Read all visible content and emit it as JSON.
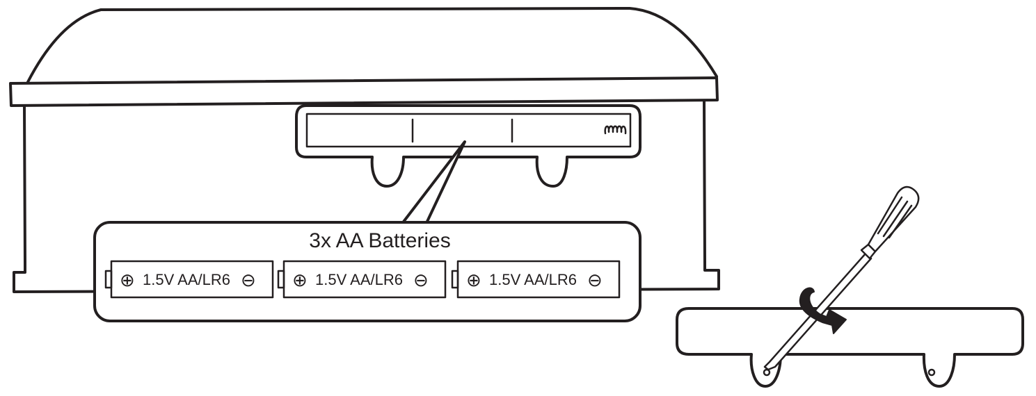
{
  "callout": {
    "title": "3x AA Batteries"
  },
  "batteries": [
    {
      "plus": "⊕",
      "label": "1.5V AA/LR6",
      "minus": "⊖"
    },
    {
      "plus": "⊕",
      "label": "1.5V AA/LR6",
      "minus": "⊖"
    },
    {
      "plus": "⊕",
      "label": "1.5V AA/LR6",
      "minus": "⊖"
    }
  ],
  "colors": {
    "stroke": "#231f20",
    "background": "#ffffff"
  },
  "icons": {
    "screwdriver": "screwdriver-icon",
    "rotation": "rotate-arrow-icon",
    "spring": "spring-contact-icon"
  }
}
